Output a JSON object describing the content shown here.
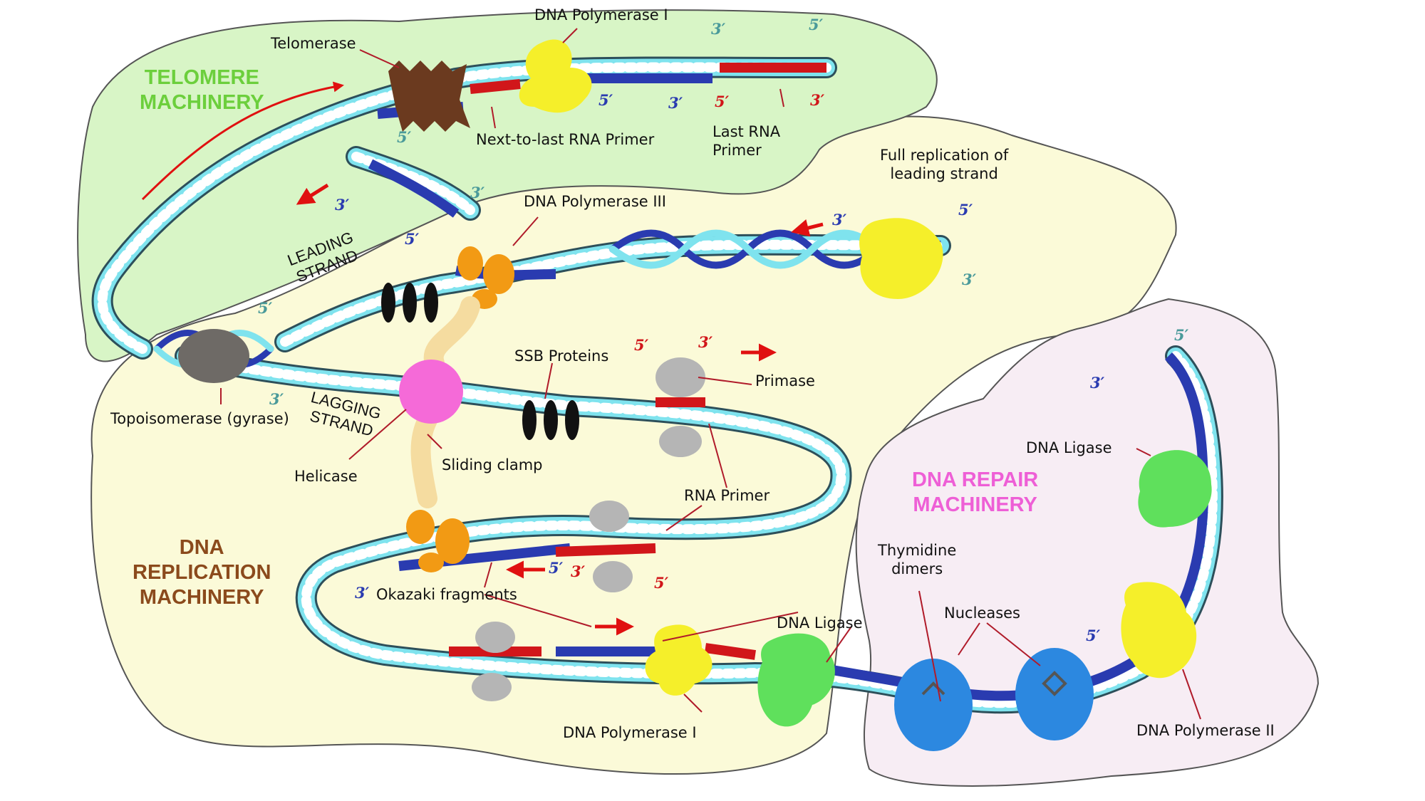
{
  "regions": {
    "telomere": "TELOMERE\nMACHINERY",
    "replication": "DNA\nREPLICATION\nMACHINERY",
    "repair": "DNA REPAIR\nMACHINERY"
  },
  "labels": {
    "telomerase": "Telomerase",
    "dna_pol_1_top": "DNA Polymerase I",
    "next_to_last_primer": "Next-to-last RNA Primer",
    "last_primer": "Last RNA\nPrimer",
    "full_replication": "Full replication of\nleading strand",
    "dna_pol_3": "DNA Polymerase III",
    "leading_strand": "LEADING\nSTRAND",
    "lagging_strand": "LAGGING\nSTRAND",
    "topoisomerase": "Topoisomerase (gyrase)",
    "ssb": "SSB Proteins",
    "primase": "Primase",
    "helicase": "Helicase",
    "sliding_clamp": "Sliding clamp",
    "rna_primer": "RNA Primer",
    "okazaki": "Okazaki fragments",
    "dna_pol_1_bottom": "DNA Polymerase I",
    "dna_ligase_bottom": "DNA Ligase",
    "thymidine": "Thymidine\ndimers",
    "nucleases": "Nucleases",
    "dna_ligase_right": "DNA Ligase",
    "dna_pol_2": "DNA Polymerase II"
  },
  "ends": {
    "e1": "3′",
    "e2": "5′",
    "e3": "5′",
    "e4": "3′",
    "e5": "5′",
    "e6": "3′",
    "e7": "5′",
    "e8": "3′",
    "e9": "3′",
    "e10": "5′",
    "e11": "3′",
    "e12": "5′",
    "e13": "3′",
    "e14": "5′",
    "e15": "3′",
    "e16": "5′",
    "e17": "3′",
    "e18": "3′",
    "e19": "5′",
    "e20": "3′",
    "e21": "5′",
    "e22": "5′",
    "e23": "3′",
    "e24": "5′"
  },
  "colors": {
    "telomere_bg": "#d8f5c6",
    "replication_bg": "#fbfad8",
    "repair_bg": "#f7edf4",
    "strand_cyan": "#7fe3ee",
    "strand_blue": "#2a3bb0",
    "primer_red": "#d1161a",
    "pol1_yellow": "#f5ef2a",
    "pol3_orange": "#f29a14",
    "helicase_pink": "#f56ad8",
    "ligase_green": "#5fe05c",
    "nuclease_blue": "#2c88e0",
    "topo_gray": "#6e6a66",
    "primase_gray": "#b5b5b5",
    "telomerase_brown": "#6b3a1f"
  }
}
